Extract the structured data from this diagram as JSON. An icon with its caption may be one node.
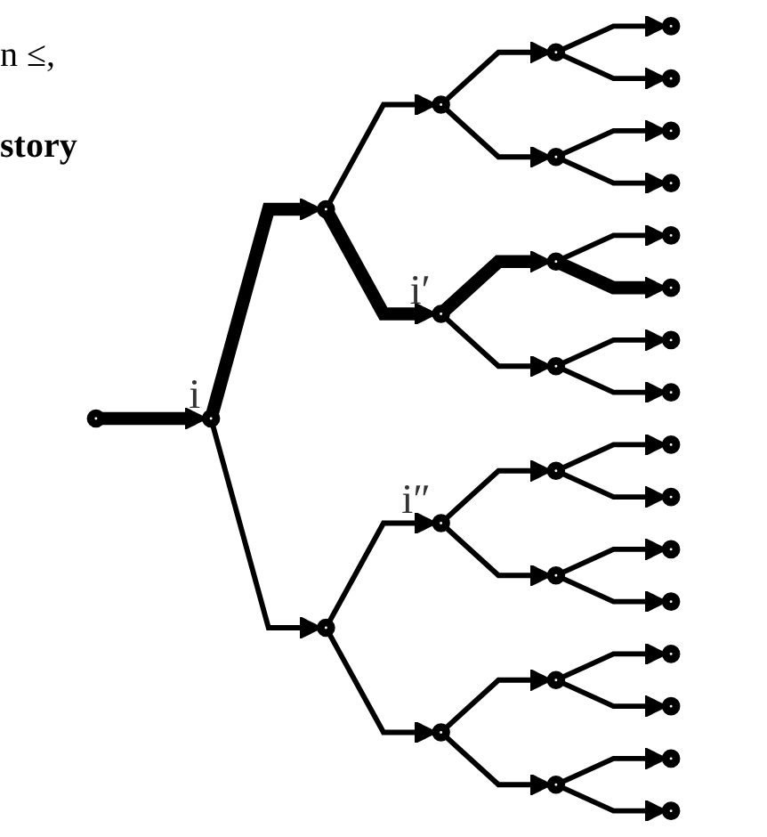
{
  "diagram": {
    "nodes": [
      {
        "text": [],
        "shape": "circle"
      },
      {
        "text": [],
        "shape": "circle",
        "beside": [
          "i"
        ]
      },
      {
        "text": [],
        "shape": "circle"
      },
      {
        "text": [],
        "shape": "circle"
      },
      {
        "text": [],
        "shape": "circle"
      },
      {
        "text": [],
        "shape": "circle",
        "beside": [
          "i′"
        ]
      },
      {
        "text": [],
        "shape": "circle",
        "beside": [
          "i″"
        ]
      },
      {
        "text": [],
        "shape": "circle"
      },
      {
        "text": [],
        "shape": "circle"
      },
      {
        "text": [],
        "shape": "circle"
      },
      {
        "text": [],
        "shape": "circle"
      },
      {
        "text": [],
        "shape": "circle"
      },
      {
        "text": [],
        "shape": "circle"
      },
      {
        "text": [],
        "shape": "circle"
      },
      {
        "text": [],
        "shape": "circle"
      },
      {
        "text": [],
        "shape": "circle"
      },
      {
        "text": [],
        "shape": "circle"
      },
      {
        "text": [],
        "shape": "circle"
      },
      {
        "text": [],
        "shape": "circle"
      },
      {
        "text": [],
        "shape": "circle"
      },
      {
        "text": [],
        "shape": "circle"
      },
      {
        "text": [],
        "shape": "circle"
      },
      {
        "text": [],
        "shape": "circle"
      },
      {
        "text": [],
        "shape": "circle"
      },
      {
        "text": [],
        "shape": "circle"
      },
      {
        "text": [],
        "shape": "circle"
      },
      {
        "text": [],
        "shape": "circle"
      },
      {
        "text": [],
        "shape": "circle"
      },
      {
        "text": [],
        "shape": "circle"
      },
      {
        "text": [],
        "shape": "circle"
      },
      {
        "text": [],
        "shape": "circle"
      },
      {
        "text": [],
        "shape": "circle"
      }
    ],
    "edges": [
      {
        "from": 0,
        "to": 1,
        "arrow": "to",
        "style": "thick"
      },
      {
        "from": 1,
        "to": 2,
        "arrow": "to",
        "style": "thick"
      },
      {
        "from": 1,
        "to": 3,
        "arrow": "to"
      },
      {
        "from": 2,
        "to": 4,
        "arrow": "to"
      },
      {
        "from": 2,
        "to": 5,
        "arrow": "to",
        "style": "thick"
      },
      {
        "from": 3,
        "to": 6,
        "arrow": "to"
      },
      {
        "from": 3,
        "to": 7,
        "arrow": "to"
      },
      {
        "from": 4,
        "to": 8,
        "arrow": "to"
      },
      {
        "from": 4,
        "to": 9,
        "arrow": "to"
      },
      {
        "from": 5,
        "to": 10,
        "arrow": "to",
        "style": "thick"
      },
      {
        "from": 5,
        "to": 11,
        "arrow": "to"
      },
      {
        "from": 6,
        "to": 12,
        "arrow": "to"
      },
      {
        "from": 6,
        "to": 13,
        "arrow": "to"
      },
      {
        "from": 7,
        "to": 14,
        "arrow": "to"
      },
      {
        "from": 7,
        "to": 15,
        "arrow": "to"
      },
      {
        "from": 8,
        "to": 16,
        "arrow": "to"
      },
      {
        "from": 8,
        "to": 17,
        "arrow": "to"
      },
      {
        "from": 9,
        "to": 18,
        "arrow": "to"
      },
      {
        "from": 9,
        "to": 19,
        "arrow": "to"
      },
      {
        "from": 10,
        "to": 20,
        "arrow": "to"
      },
      {
        "from": 10,
        "to": 21,
        "arrow": "to",
        "style": "thick"
      },
      {
        "from": 11,
        "to": 22,
        "arrow": "to"
      },
      {
        "from": 11,
        "to": 23,
        "arrow": "to"
      },
      {
        "from": 12,
        "to": 24,
        "arrow": "to"
      },
      {
        "from": 12,
        "to": 25,
        "arrow": "to"
      },
      {
        "from": 13,
        "to": 26,
        "arrow": "to"
      },
      {
        "from": 13,
        "to": 27,
        "arrow": "to"
      },
      {
        "from": 14,
        "to": 28,
        "arrow": "to"
      },
      {
        "from": 14,
        "to": 29,
        "arrow": "to"
      },
      {
        "from": 15,
        "to": 30,
        "arrow": "to"
      },
      {
        "from": 15,
        "to": 31,
        "arrow": "to"
      }
    ],
    "labels": [
      "n ≤,",
      "story"
    ]
  }
}
